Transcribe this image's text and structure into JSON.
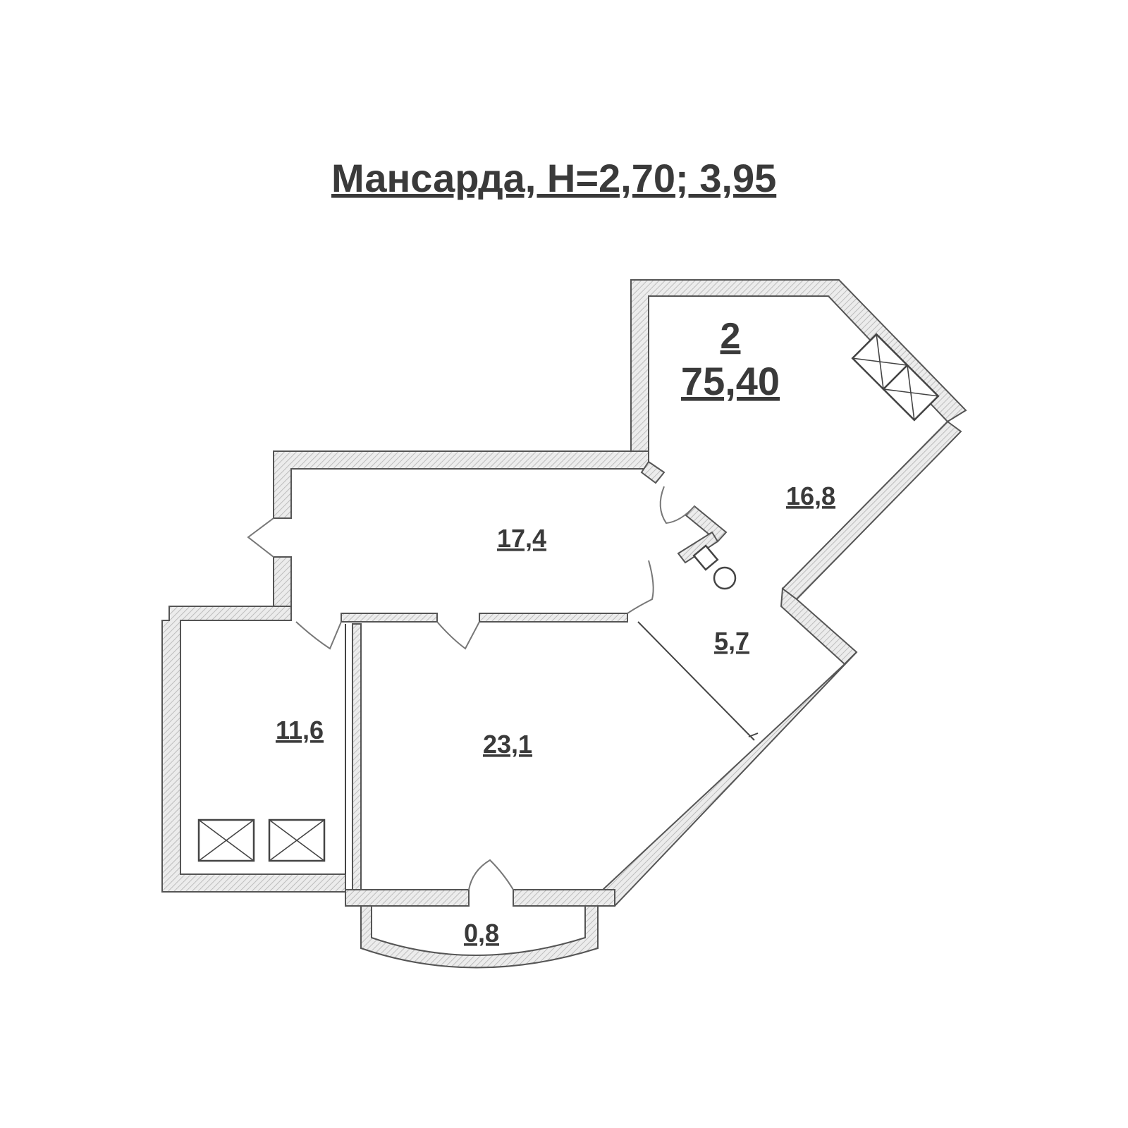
{
  "title": "Мансарда, Н=2,70; 3,95",
  "apartment": {
    "rooms_count": "2",
    "total_area": "75,40"
  },
  "rooms": {
    "corridor": "17,4",
    "bedroom": "16,8",
    "bathroom": "5,7",
    "living_room": "23,1",
    "kitchen": "11,6",
    "balcony": "0,8"
  },
  "colors": {
    "wall_outline": "#555555",
    "wall_hatch": "#bdbdbd",
    "text": "#3a3a3a"
  }
}
